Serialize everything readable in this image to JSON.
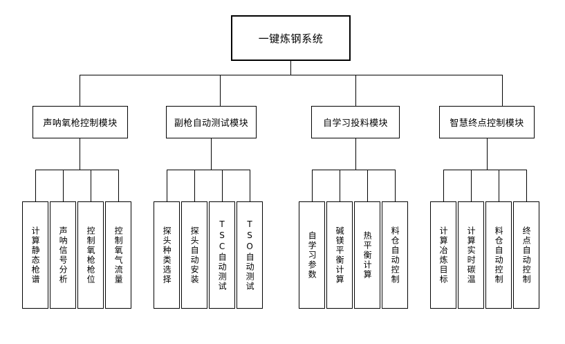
{
  "diagram": {
    "type": "tree-hierarchy",
    "orientation": "top-down",
    "root": {
      "label": "一键炼钢系统"
    },
    "modules": [
      {
        "label": "声呐氧枪控制模块",
        "leaves": [
          {
            "label": "计算静态枪谱"
          },
          {
            "label": "声呐信号分析"
          },
          {
            "label": "控制氧枪枪位"
          },
          {
            "label": "控制氧气流量"
          }
        ]
      },
      {
        "label": "副枪自动测试模块",
        "leaves": [
          {
            "label": "探头种类选择"
          },
          {
            "label": "探头自动安装"
          },
          {
            "label": "TSC自动测试"
          },
          {
            "label": "TSO自动测试"
          }
        ]
      },
      {
        "label": "自学习投料模块",
        "leaves": [
          {
            "label": "自学习参数"
          },
          {
            "label": "碱镁平衡计算"
          },
          {
            "label": "热平衡计算"
          },
          {
            "label": "料仓自动控制"
          }
        ]
      },
      {
        "label": "智慧终点控制模块",
        "leaves": [
          {
            "label": "计算冶炼目标"
          },
          {
            "label": "计算实时碳温"
          },
          {
            "label": "料仓自动控制"
          },
          {
            "label": "终点自动控制"
          }
        ]
      }
    ],
    "colors": {
      "background": "#ffffff",
      "border": "#000000",
      "text": "#000000"
    }
  }
}
